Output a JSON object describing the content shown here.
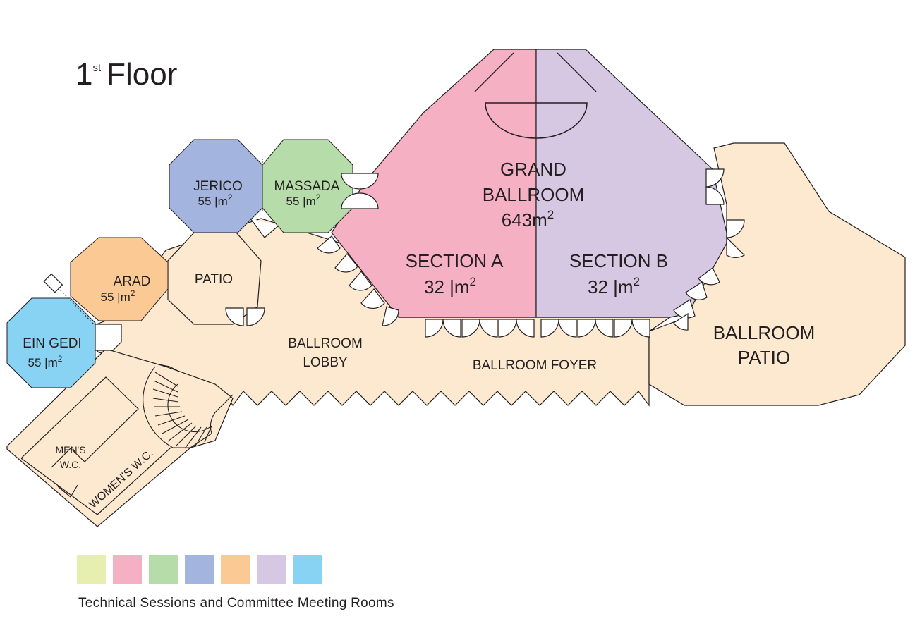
{
  "floor": {
    "num": "1",
    "sup": "st",
    "word": "Floor"
  },
  "colors": {
    "corridor": "#fde9d0",
    "grand_section_a": "#f5b0c3",
    "grand_section_b": "#d6c8e2",
    "massada": "#b5dca9",
    "jerico": "#a3b5df",
    "arad": "#fbc994",
    "ein_gedi": "#88d3f4",
    "outline": "#231f20"
  },
  "rooms": {
    "grand_ballroom": {
      "line1": "GRAND",
      "line2": "BALLROOM",
      "area": "643m",
      "sup": "2"
    },
    "section_a": {
      "name": "SECTION A",
      "area": "32 |m",
      "sup": "2"
    },
    "section_b": {
      "name": "SECTION B",
      "area": "32 |m",
      "sup": "2"
    },
    "jerico": {
      "name": "JERICO",
      "area": "55 |m",
      "sup": "2"
    },
    "massada": {
      "name": "MASSADA",
      "area": "55 |m",
      "sup": "2"
    },
    "arad": {
      "name": "ARAD",
      "area": "55 |m",
      "sup": "2"
    },
    "ein_gedi": {
      "name": "EIN GEDI",
      "area": "55 |m",
      "sup": "2"
    },
    "patio": {
      "name": "PATIO"
    },
    "ballroom_lobby": {
      "line1": "BALLROOM",
      "line2": "LOBBY"
    },
    "ballroom_foyer": {
      "name": "BALLROOM FOYER"
    },
    "ballroom_patio": {
      "line1": "BALLROOM",
      "line2": "PATIO"
    },
    "mens_wc": {
      "line1": "MEN'S",
      "line2": "W.C."
    },
    "womens_wc": {
      "name": "WOMEN'S W.C."
    }
  },
  "legend": {
    "swatches": [
      {
        "color": "#e6eeb0"
      },
      {
        "color": "#f5b0c3"
      },
      {
        "color": "#b5dca9"
      },
      {
        "color": "#a3b5df"
      },
      {
        "color": "#fbc994"
      },
      {
        "color": "#d6c8e2"
      },
      {
        "color": "#88d3f4"
      }
    ],
    "caption": "Technical Sessions and Committee Meeting Rooms"
  }
}
